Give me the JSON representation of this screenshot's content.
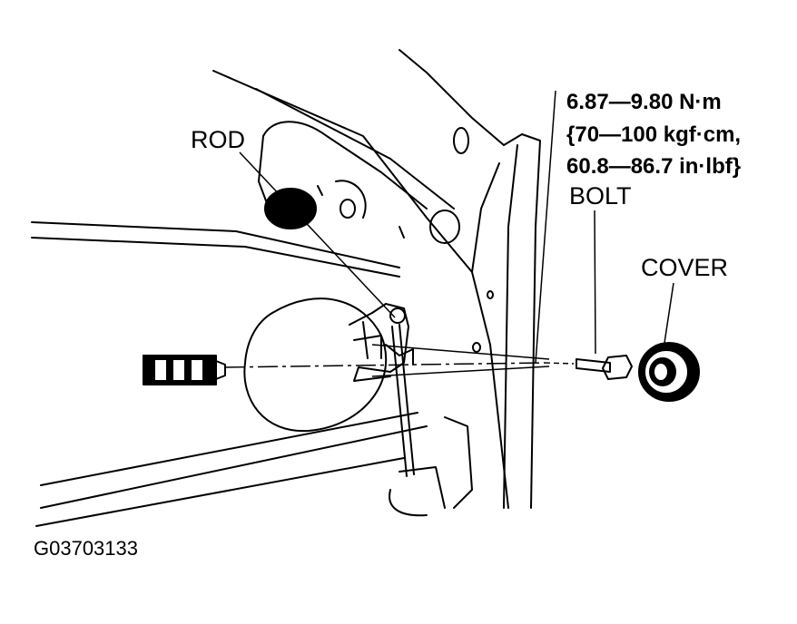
{
  "labels": {
    "rod": "ROD",
    "bolt": "BOLT",
    "cover": "COVER",
    "torque_line1": "6.87—9.80 N·m",
    "torque_line2": "{70—100 kgf·cm,",
    "torque_line3": "60.8—86.7 in·lbf}",
    "figure_id": "G03703133"
  },
  "colors": {
    "ink": "#000000",
    "paper": "#ffffff"
  }
}
